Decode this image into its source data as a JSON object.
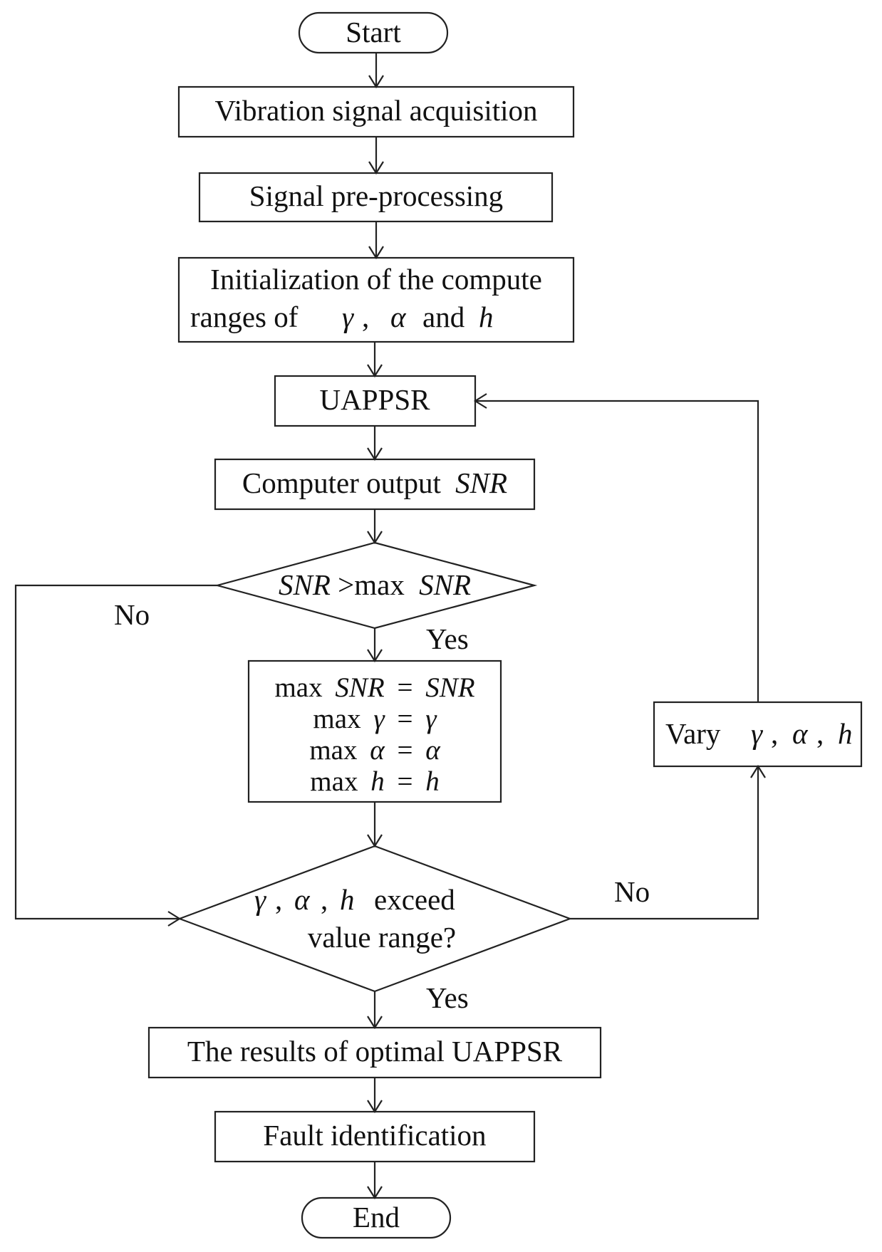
{
  "nodes": {
    "start": "Start",
    "acquisition": "Vibration signal acquisition",
    "preprocessing": "Signal pre-processing",
    "init_line1": "Initialization of the compute",
    "init_line2": "ranges of",
    "uappsr": "UAPPSR",
    "output_prefix": "Computer output",
    "decision1_max": ">max",
    "update_max": "max",
    "vary": "Vary",
    "decision2_exceed": "exceed",
    "decision2_line2": "value range?",
    "results": "The results of optimal UAPPSR",
    "fault": "Fault identification",
    "end": "End"
  },
  "symbols": {
    "snr": "SNR",
    "gamma": "γ",
    "alpha": "α",
    "h": "h",
    "and": "and",
    "comma": ",",
    "equals": "="
  },
  "edge_labels": {
    "d1_no": "No",
    "d1_yes": "Yes",
    "d2_no": "No",
    "d2_yes": "Yes"
  }
}
